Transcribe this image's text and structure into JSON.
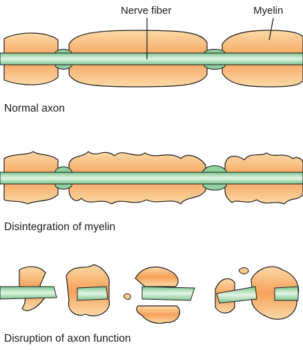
{
  "labels": {
    "nerve_fiber": "Nerve fiber",
    "myelin": "Myelin"
  },
  "panels": [
    {
      "caption": "Normal axon"
    },
    {
      "caption": "Disintegration of myelin"
    },
    {
      "caption": "Disruption of axon function"
    }
  ],
  "colors": {
    "myelin_outer": "#f9c98b",
    "myelin_inner": "#f7a35c",
    "axon": "#8fd0a0",
    "axon_highlight": "#e6f6e6",
    "outline": "#1a1a1a"
  }
}
